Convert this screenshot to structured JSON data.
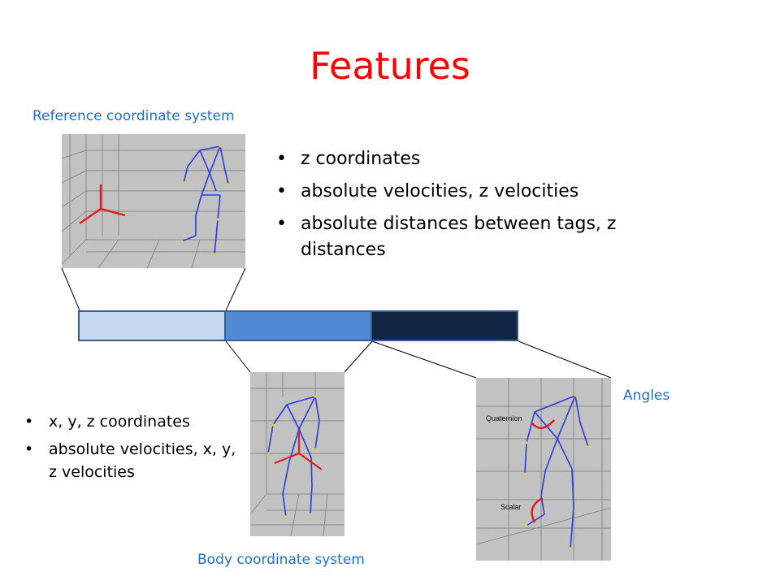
{
  "slide": {
    "title": "Features"
  },
  "reference_panel": {
    "caption": "Reference coordinate system",
    "bullets": [
      "z coordinates",
      "absolute velocities, z velocities",
      "absolute distances between tags, z distances"
    ]
  },
  "body_panel": {
    "caption": "Body coordinate system",
    "bullets": [
      "x, y, z coordinates",
      "absolute velocities, x, y, z velocities"
    ]
  },
  "angles_panel": {
    "caption": "Angles",
    "labels": {
      "quaternion": "Quaternion",
      "scalar": "Scalar"
    }
  },
  "colors": {
    "title": "#ff0000",
    "caption": "#1f6fd1",
    "skeleton": "#2a3ce0",
    "axes": "#e02020",
    "segment_1": "#c6d8f0",
    "segment_2": "#508ad4",
    "segment_3": "#102743"
  }
}
